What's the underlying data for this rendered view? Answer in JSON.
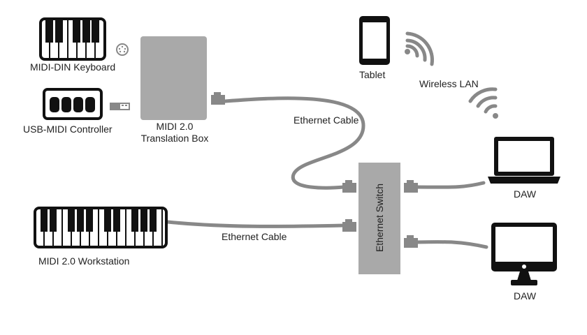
{
  "colors": {
    "cable": "#888888",
    "device_fill": "#a9a9a9",
    "dark": "#111111",
    "text": "#222222",
    "background": "#ffffff"
  },
  "nodes": {
    "midi_din_keyboard": {
      "label": "MIDI-DIN Keyboard",
      "icon": "piano-keyboard-icon"
    },
    "usb_midi_controller": {
      "label": "USB-MIDI Controller",
      "icon": "pad-controller-icon"
    },
    "translation_box": {
      "label_line1": "MIDI 2.0",
      "label_line2": "Translation Box"
    },
    "tablet": {
      "label": "Tablet",
      "icon": "tablet-icon"
    },
    "wireless": {
      "label": "Wireless LAN",
      "icon": "wifi-icon"
    },
    "laptop": {
      "label": "DAW",
      "icon": "laptop-icon"
    },
    "monitor": {
      "label": "DAW",
      "icon": "monitor-icon"
    },
    "workstation": {
      "label": "MIDI 2.0 Workstation",
      "icon": "piano-keyboard-icon"
    },
    "switch": {
      "label": "Ethernet Switch"
    }
  },
  "edges": {
    "box_to_switch": {
      "label": "Ethernet Cable"
    },
    "workstation_to_switch": {
      "label": "Ethernet Cable"
    }
  }
}
